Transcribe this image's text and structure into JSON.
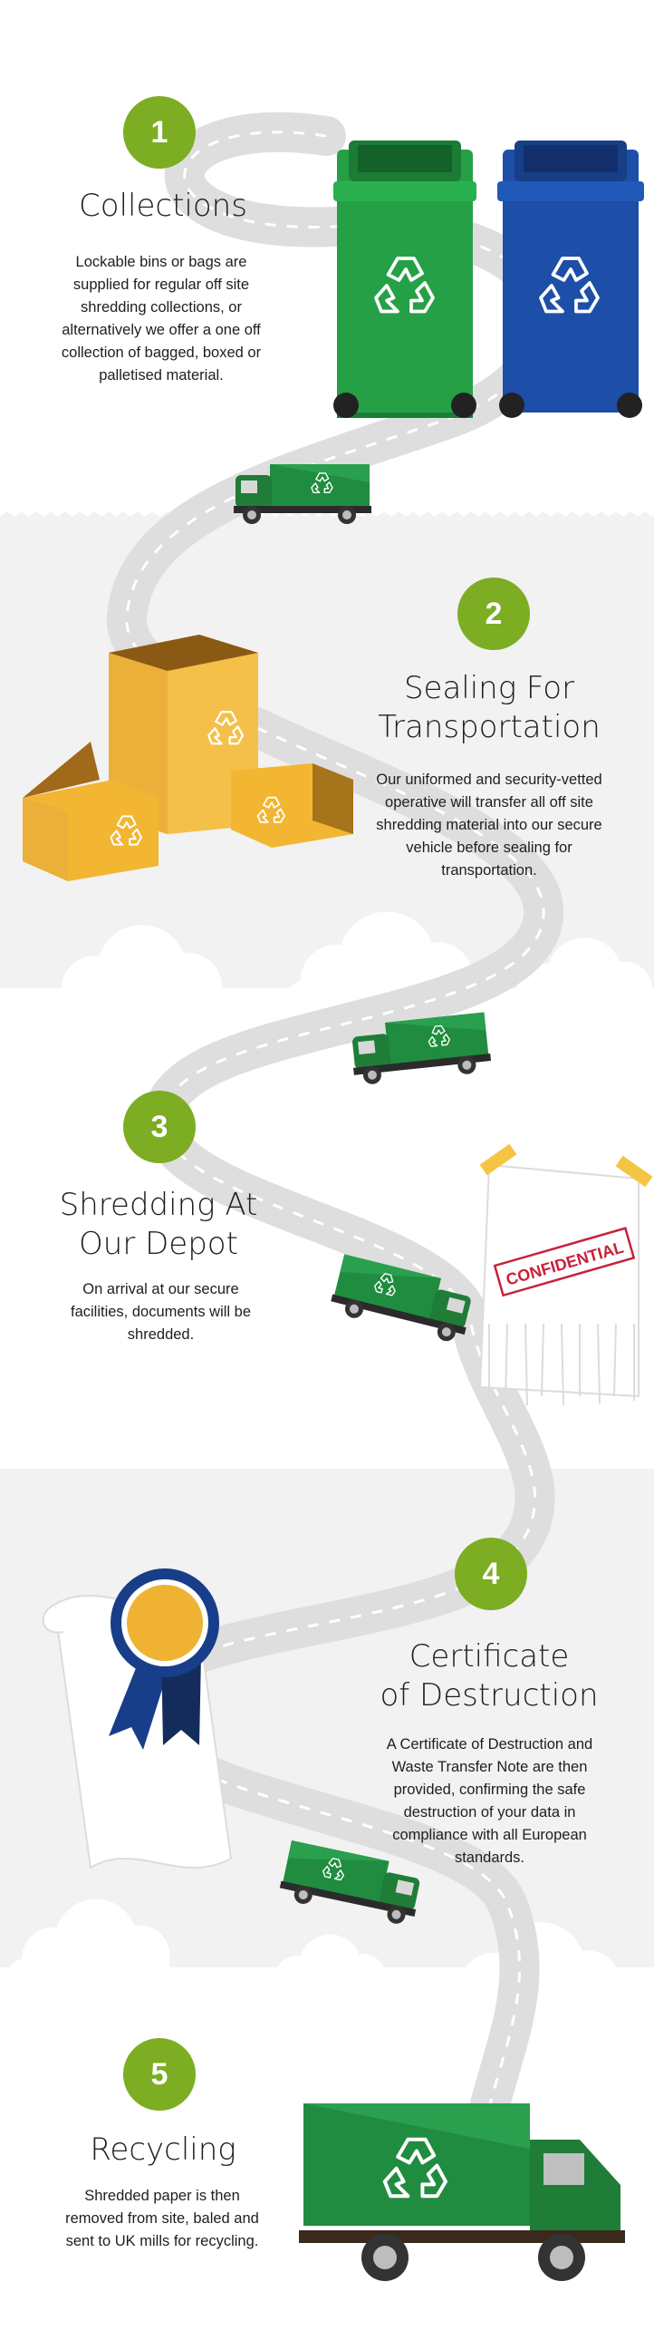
{
  "colors": {
    "badge": "#7cad22",
    "bin_green": "#26a046",
    "bin_blue": "#1d4ea8",
    "truck_green": "#208c3f",
    "box_yellow": "#f2b632",
    "ribbon_blue": "#183e8a",
    "road": "#dedede",
    "section_bg": "#f2f2f2",
    "stamp_red": "#c8213a"
  },
  "steps": [
    {
      "number": "1",
      "title": "Collections",
      "description": "Lockable bins or bags are supplied for regular off site shredding collections, or alternatively we offer a one off collection of bagged, boxed or palletised material."
    },
    {
      "number": "2",
      "title": "Sealing For\nTransportation",
      "description": "Our uniformed and security-vetted operative will transfer all off site shredding material into our secure vehicle before sealing for transportation."
    },
    {
      "number": "3",
      "title": "Shredding At\nOur Depot",
      "description": "On arrival at our secure facilities, documents will be shredded."
    },
    {
      "number": "4",
      "title": "Certificate\nof Destruction",
      "description": "A Certificate of Destruction and Waste Transfer Note are then provided, confirming the safe destruction of your data in compliance with all European standards."
    },
    {
      "number": "5",
      "title": "Recycling",
      "description": "Shredded paper is then removed from site, baled and sent to UK mills for recycling."
    }
  ],
  "stamp_text": "CONFIDENTIAL",
  "icons": [
    "cloud-icon",
    "wheelie-bin-icon",
    "truck-icon",
    "cardboard-box-icon",
    "recycle-icon",
    "shredded-paper-icon",
    "rosette-icon",
    "certificate-scroll-icon"
  ]
}
